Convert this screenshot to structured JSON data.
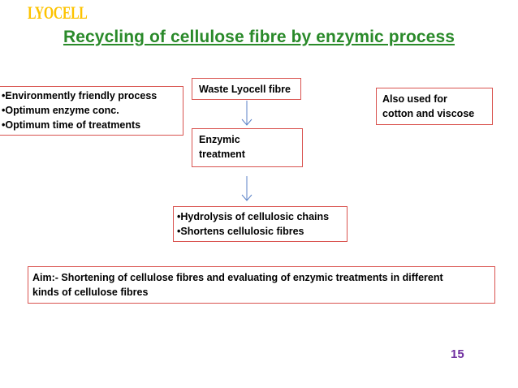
{
  "colors": {
    "heading": "#fdc300",
    "title": "#2a8a2a",
    "box_border": "#d9534f",
    "arrow": "#5b82c7",
    "page_number": "#7030a0"
  },
  "heading": "LYOCELL",
  "title": "Recycling of cellulose fibre by enzymic process",
  "left_box": {
    "lines": [
      "•Environmently friendly process",
      "•Optimum enzyme conc.",
      "•Optimum time of treatments"
    ]
  },
  "right_box": {
    "lines": [
      "Also used for",
      "cotton and viscose"
    ]
  },
  "flow": {
    "step1": "Waste Lyocell fibre",
    "step2": [
      "Enzymic",
      "treatment"
    ],
    "step3": [
      "•Hydrolysis of cellulosic chains",
      "•Shortens cellulosic fibres"
    ]
  },
  "aim": {
    "lines": [
      "Aim:- Shortening of cellulose fibres and evaluating of enzymic treatments in different",
      "kinds of cellulose fibres"
    ]
  },
  "page_number": "15"
}
